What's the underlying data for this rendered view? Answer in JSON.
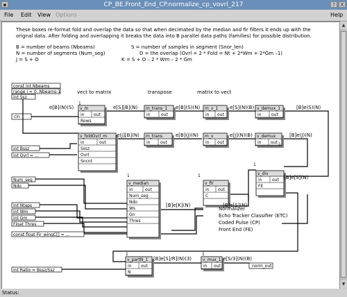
{
  "window": {
    "title": "CP_BE.Front_End_CP.normalize_cp_vovrl_217",
    "buttons": [
      "?",
      "X"
    ]
  },
  "menu": {
    "file": "File",
    "edit": "Edit",
    "view": "View",
    "options": "Options",
    "help": "Help"
  },
  "status": {
    "label": "Status:"
  },
  "description": {
    "line1": "These boxes re-format fold and overlap the data so that when decimated by the median and fir filters it ends up with the",
    "line2": "orignal data. After folding and overlapping it breaks the data into B parallel data paths (families) for possible distribution.",
    "line3a": "B = number of beams (Nbeams)",
    "line3b": "S = number of samples in segment (Snor_len)",
    "line4a": "N = number of segments (Num_seg)",
    "line4b": "D = the overlap (Ovrl = 2 * Fold = Nt + 2*Wm + 2*Gm –1)",
    "line5a": "J = S + O",
    "line5b": "K = S + O – 2 * Wm – 2 * Gm"
  },
  "section_labels": {
    "vect_to_matrix": "vect to matrix",
    "transpose": "transpose",
    "matrix_to_vect": "matrix to vect"
  },
  "params": {
    "const_nbeams": "const int Nbeams",
    "range_i": "range i = 0..Nbeams-1",
    "int_ssz": "int Ssz",
    "int_bssz": "int Bssz",
    "int_ovrl": "int Ovrl = ...",
    "num_seg": "Num_seg",
    "ndo": "Ndo",
    "int_ntaps": "int Ntaps",
    "int_wm": "int Wm",
    "int_gm": "int Gm",
    "float_thres": "Float Thres",
    "const_float_fir": "const float Fir_wingC[] = ...",
    "int_ratio": "int Ratio = Bssz/Ssz"
  },
  "ports": {
    "cin": "cin",
    "norm_out": "norm_out"
  },
  "blocks": {
    "v_m": {
      "title": "v_m",
      "in": "in",
      "out": "out",
      "extra": "Rows"
    },
    "v_fold": {
      "title": "v_foldOvrl_m",
      "in": "in",
      "out": "out",
      "p1": "Sssz",
      "p2": "Ovrl",
      "p3": "Sncnt"
    },
    "m_trans_1": {
      "title": "m_trans_1",
      "in": "in",
      "out": "out"
    },
    "m_trans": {
      "title": "m_trans",
      "in": "in",
      "out": "out"
    },
    "m_v_1": {
      "title": "m_v_1",
      "in": "in",
      "out": "out"
    },
    "m_v": {
      "title": "m_v",
      "in": "in",
      "out": "out"
    },
    "v_demux_1": {
      "title": "v_demux_1",
      "in": "in",
      "out": "out"
    },
    "v_demux": {
      "title": "v_demux",
      "in": "in",
      "out": "out"
    },
    "v_median": {
      "title": "v_median",
      "in": "in",
      "out": "out",
      "p1": "Num_seg",
      "p2": "Ndo",
      "p3": "Ws",
      "p4": "Gn",
      "p5": "Thres"
    },
    "v_fir": {
      "title": "v_fir",
      "in": "in",
      "out": "out",
      "p1": "C"
    },
    "v_div": {
      "title": "v_div",
      "in": "in",
      "out": "out",
      "p1": "FE"
    },
    "v_partN_1": {
      "title": "v_partN_1",
      "in": "in",
      "out": "out",
      "p1": "N"
    },
    "v_mux_1": {
      "title": "v_mux_1",
      "in": "in",
      "out": "out"
    }
  },
  "signals": {
    "s1": "e[B](N)(S)",
    "s2": "e[S][B](N)",
    "s3": "e[B](S)(N)",
    "s4": "e[S](N)(B)",
    "s5": "[B]e(S)(N)",
    "s6": "e(J][B](N)",
    "s7": "e[B](J)(N)",
    "s8": "e[J](N)(B)",
    "s9": "[B]e(J)(N)",
    "s10": "[B]e[K](N)",
    "s11": "[B]e[S](N)",
    "s12": "[B]e[S](N)",
    "s13": "[B]e[S]/R](N)(3)",
    "s14": "e[S/3](N)(B)"
  },
  "index_marks": {
    "one": "1",
    "i": "i"
  },
  "notes": {
    "l1": "Normalizer",
    "l2": "Echo Tracker Classifier (ETC)",
    "l3": "Coded Pulse (CP)",
    "l4": "Front End (FE)"
  }
}
